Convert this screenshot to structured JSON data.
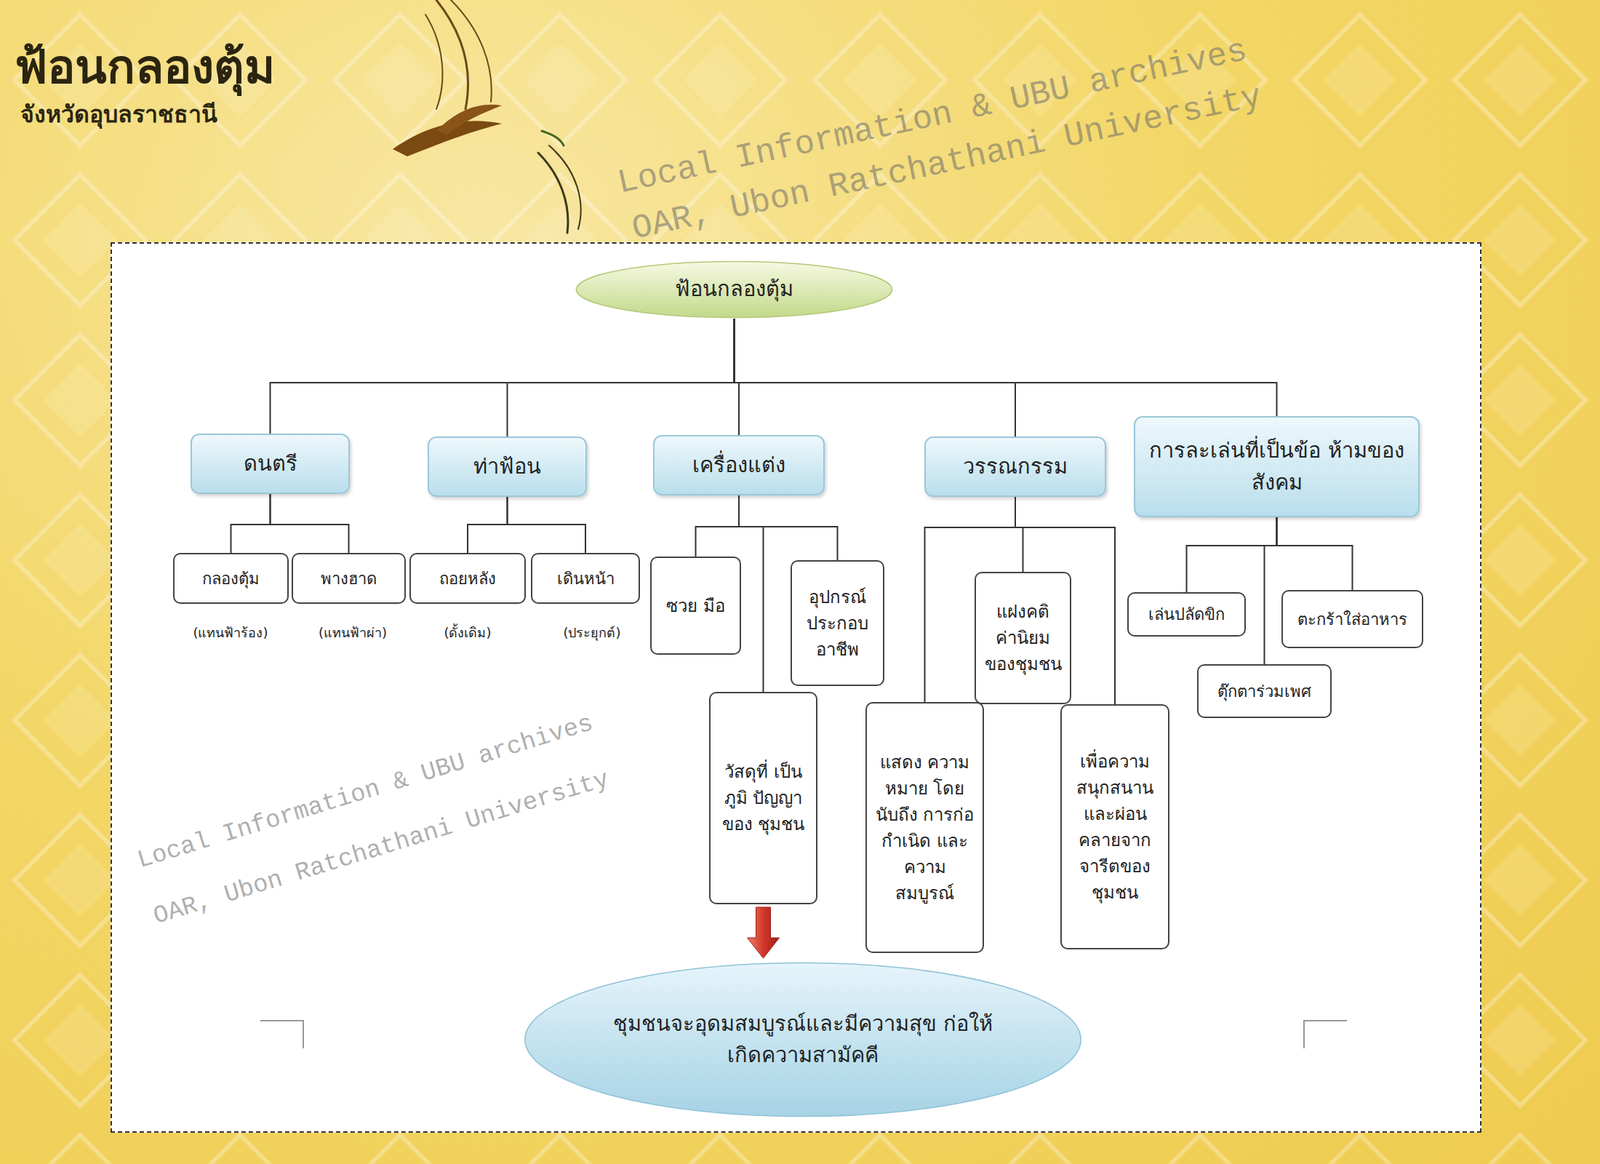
{
  "diagram": {
    "title": "ฟ้อนกลองตุ้ม",
    "nodes": [
      {
        "text": [
          "ฟ้อนกลองตุ้ม"
        ]
      },
      {
        "text": [
          "ดนตรี"
        ]
      },
      {
        "text": [
          "ท่าฟ้อน"
        ]
      },
      {
        "text": [
          "เครื่องแต่ง"
        ]
      },
      {
        "text": [
          "วรรณกรรม"
        ]
      },
      {
        "text": [
          "การละเล่นที่เป็นข้อ ห้ามของสังคม"
        ]
      },
      {
        "text": [
          "กลองตุ้ม"
        ]
      },
      {
        "text": [
          "พางฮาด"
        ]
      },
      {
        "text": [
          "ถอยหลัง"
        ]
      },
      {
        "text": [
          "เดินหน้า"
        ]
      },
      {
        "text": [
          "ซวย มือ"
        ]
      },
      {
        "text": [
          "อุปกรณ์ ประกอบ อาชีพ"
        ]
      },
      {
        "text": [
          "วัสดุที่ เป็นภูมิ ปัญญา ของ ชุมชน"
        ]
      },
      {
        "text": [
          "แฝงคติ ค่านิยม ของชุมชน"
        ]
      },
      {
        "text": [
          "แสดง ความหมาย โดยนับถึง การก่อกำเนิด และความ สมบูรณ์"
        ]
      },
      {
        "text": [
          "เพื่อความ สนุกสนาน และผ่อน คลายจาก จารีตของ ชุมชน"
        ]
      },
      {
        "text": [
          "เล่นปลัดขิก"
        ]
      },
      {
        "text": [
          "ตะกร้าใส่อาหาร"
        ]
      },
      {
        "text": [
          "ตุ๊กตาร่วมเพศ"
        ]
      },
      {
        "text": [
          "ชุมชนจะอุดมสมบูรณ์และมีความสุข ก่อให้เกิดความสามัคคี"
        ]
      }
    ],
    "edges": [
      {
        "from": 0,
        "to": 1,
        "arrow": "none"
      },
      {
        "from": 0,
        "to": 2,
        "arrow": "none"
      },
      {
        "from": 0,
        "to": 3,
        "arrow": "none"
      },
      {
        "from": 0,
        "to": 4,
        "arrow": "none"
      },
      {
        "from": 0,
        "to": 5,
        "arrow": "none"
      },
      {
        "from": 1,
        "to": 6,
        "arrow": "none"
      },
      {
        "from": 1,
        "to": 7,
        "arrow": "none"
      },
      {
        "from": 2,
        "to": 8,
        "arrow": "none"
      },
      {
        "from": 2,
        "to": 9,
        "arrow": "none"
      },
      {
        "from": 3,
        "to": 10,
        "arrow": "none"
      },
      {
        "from": 3,
        "to": 11,
        "arrow": "none"
      },
      {
        "from": 3,
        "to": 12,
        "arrow": "none"
      },
      {
        "from": 4,
        "to": 13,
        "arrow": "none"
      },
      {
        "from": 4,
        "to": 14,
        "arrow": "none"
      },
      {
        "from": 4,
        "to": 15,
        "arrow": "none"
      },
      {
        "from": 5,
        "to": 16,
        "arrow": "none"
      },
      {
        "from": 5,
        "to": 17,
        "arrow": "none"
      },
      {
        "from": 5,
        "to": 18,
        "arrow": "none"
      },
      {
        "from": 12,
        "to": 19,
        "arrow": "to"
      }
    ],
    "labels": [
      "จังหวัดอุบลราชธานี",
      "Local Information & UBU archives",
      "OAR, Ubon Ratchathani University",
      "(แทนฟ้าร้อง)",
      "(แทนฟ้าผ่า)",
      "(ดั้งเดิม)",
      "(ประยุกต์)",
      "Local Information & UBU archives",
      "OAR, Ubon Ratchathani University"
    ]
  }
}
